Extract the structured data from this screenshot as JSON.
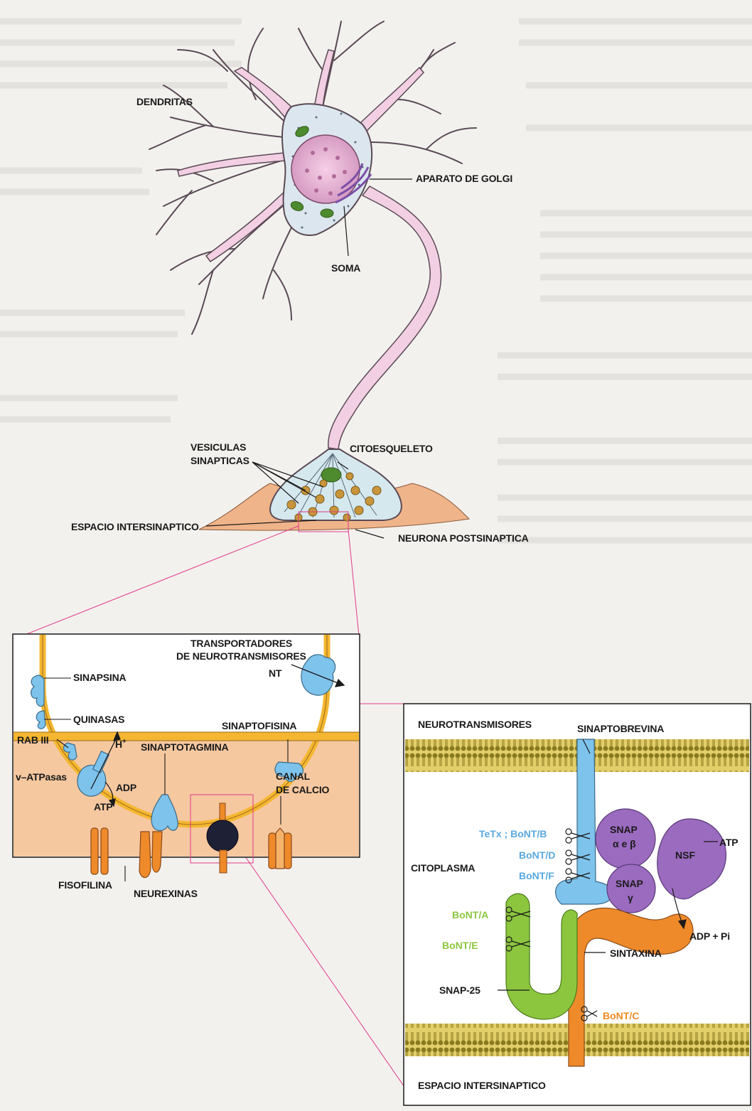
{
  "colors": {
    "page_bg": "#f3f1ee",
    "neuron": "#f2cfe3",
    "neuron_stroke": "#5a4a55",
    "postsynaptic": "#f0b48a",
    "membrane": "#f5b731",
    "protein_blue": "#7ec3ec",
    "protein_orange": "#ef8a2a",
    "protein_green": "#8cc63f",
    "protein_purple": "#9b6bc0",
    "inset_bg": "#f6c8a0",
    "connector": "#e03a8a"
  },
  "neuron_labels": {
    "dendritas": "DENDRITAS",
    "golgi": "APARATO DE GOLGI",
    "soma": "SOMA",
    "vesiculas_1": "VESICULAS",
    "vesiculas_2": "SINAPTICAS",
    "citoesqueleto": "CITOESQUELETO",
    "espacio": "ESPACIO INTERSINAPTICO",
    "postsinaptica": "NEURONA POSTSINAPTICA"
  },
  "left_inset": {
    "transportadores_1": "TRANSPORTADORES",
    "transportadores_2": "DE NEUROTRANSMISORES",
    "nt": "NT",
    "sinapsina": "SINAPSINA",
    "quinasas": "QUINASAS",
    "sinaptofisina": "SINAPTOFISINA",
    "rab": "RAB III",
    "h_plus": "H",
    "h_sup": "+",
    "sinaptotagmina": "SINAPTOTAGMINA",
    "v_atpasas": "v–ATPasas",
    "adp": "ADP",
    "atp": "ATP",
    "canal_1": "CANAL",
    "canal_2": "DE CALCIO",
    "fisofilina": "FISOFILINA",
    "neurexinas": "NEUREXINAS"
  },
  "right_inset": {
    "neurotransmisores": "NEUROTRANSMISORES",
    "sinaptobrevina": "SINAPTOBREVINA",
    "tetx": "TeTx ; BoNT/B",
    "bont_d": "BoNT/D",
    "bont_f": "BoNT/F",
    "citoplasma": "CITOPLASMA",
    "snap_ab_1": "SNAP",
    "snap_ab_2": "α e β",
    "snap_g_1": "SNAP",
    "snap_g_2": "γ",
    "nsf": "NSF",
    "atp": "ATP",
    "adp_pi": "ADP + Pi",
    "bont_a": "BoNT/A",
    "bont_e": "BoNT/E",
    "sintaxina": "SINTAXINA",
    "snap25": "SNAP-25",
    "bont_c": "BoNT/C",
    "espacio": "ESPACIO INTERSINAPTICO"
  }
}
